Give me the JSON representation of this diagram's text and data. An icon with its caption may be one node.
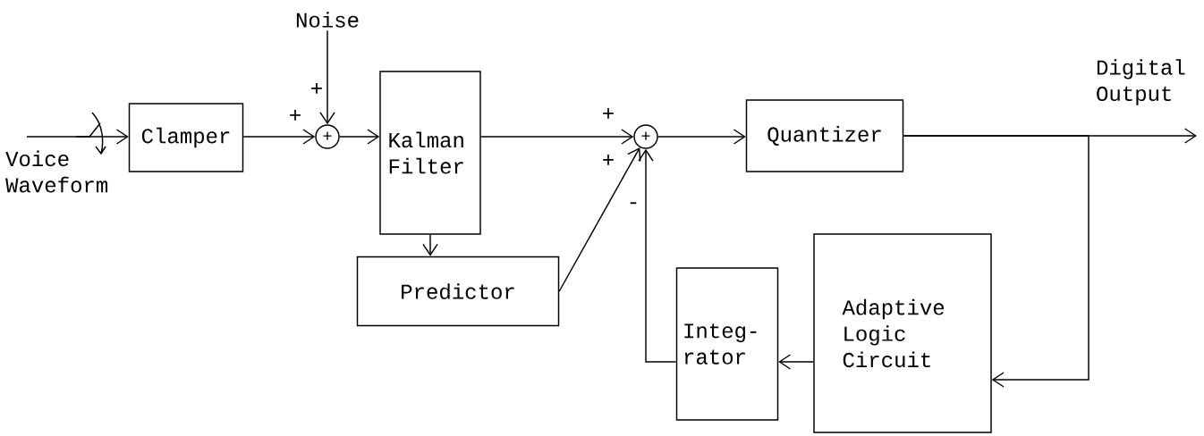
{
  "diagram": {
    "nodes": [
      {
        "text": [
          "Noise"
        ]
      },
      {
        "text": [
          "Clamper"
        ]
      },
      {
        "text": [
          "+"
        ]
      },
      {
        "text": [
          "Kalman Filter"
        ]
      },
      {
        "text": [
          "+"
        ]
      },
      {
        "text": [
          "Quantizer"
        ]
      },
      {
        "text": [
          "Predictor"
        ]
      },
      {
        "text": [
          "Integ- rator"
        ]
      },
      {
        "text": [
          "Adaptive Logic Circuit"
        ]
      }
    ],
    "edges": [
      {
        "from": null,
        "to": 1,
        "arrow": "to"
      },
      {
        "from": 1,
        "to": 2,
        "arrow": "to"
      },
      {
        "from": 0,
        "to": 2,
        "arrow": "to"
      },
      {
        "from": 2,
        "to": 3,
        "arrow": "to"
      },
      {
        "from": 3,
        "to": 4,
        "arrow": "to"
      },
      {
        "from": 3,
        "to": 6,
        "arrow": "to"
      },
      {
        "from": 6,
        "to": 4,
        "arrow": "to"
      },
      {
        "from": 4,
        "to": 5,
        "arrow": "to"
      },
      {
        "from": 5,
        "to": null,
        "arrow": "to"
      },
      {
        "from": 5,
        "to": 8,
        "arrow": "to"
      },
      {
        "from": 8,
        "to": 7,
        "arrow": "to"
      },
      {
        "from": 7,
        "to": 4,
        "arrow": "to"
      }
    ],
    "labels": [
      "Digital Output",
      "+",
      "+",
      "+",
      "+",
      "-",
      "Voice Waveform"
    ]
  }
}
